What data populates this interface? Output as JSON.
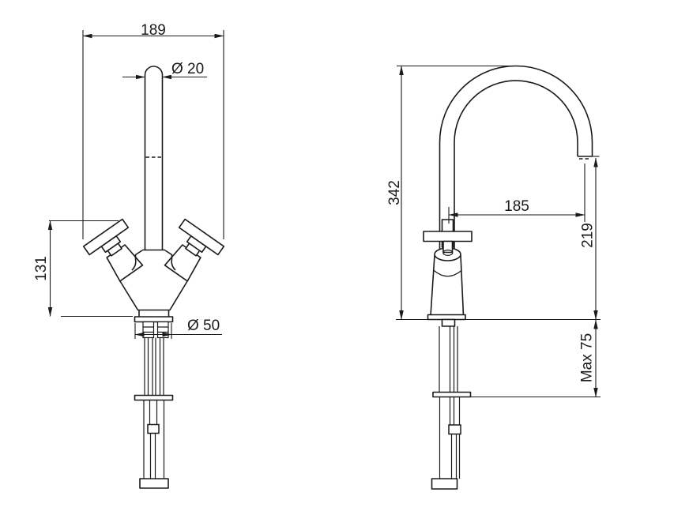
{
  "page": {
    "background": "#ffffff",
    "line_color": "#1a1a1a",
    "description_labels_units": "mm"
  },
  "front_view": {
    "labels": {
      "overall_width": "189",
      "spout_diameter": "Ø 20",
      "handle_height": "131",
      "base_diameter": "Ø 50"
    }
  },
  "side_view": {
    "labels": {
      "overall_height": "342",
      "spout_reach": "185",
      "spout_outlet_height": "219",
      "max_deck_thickness": "Max 75"
    }
  }
}
